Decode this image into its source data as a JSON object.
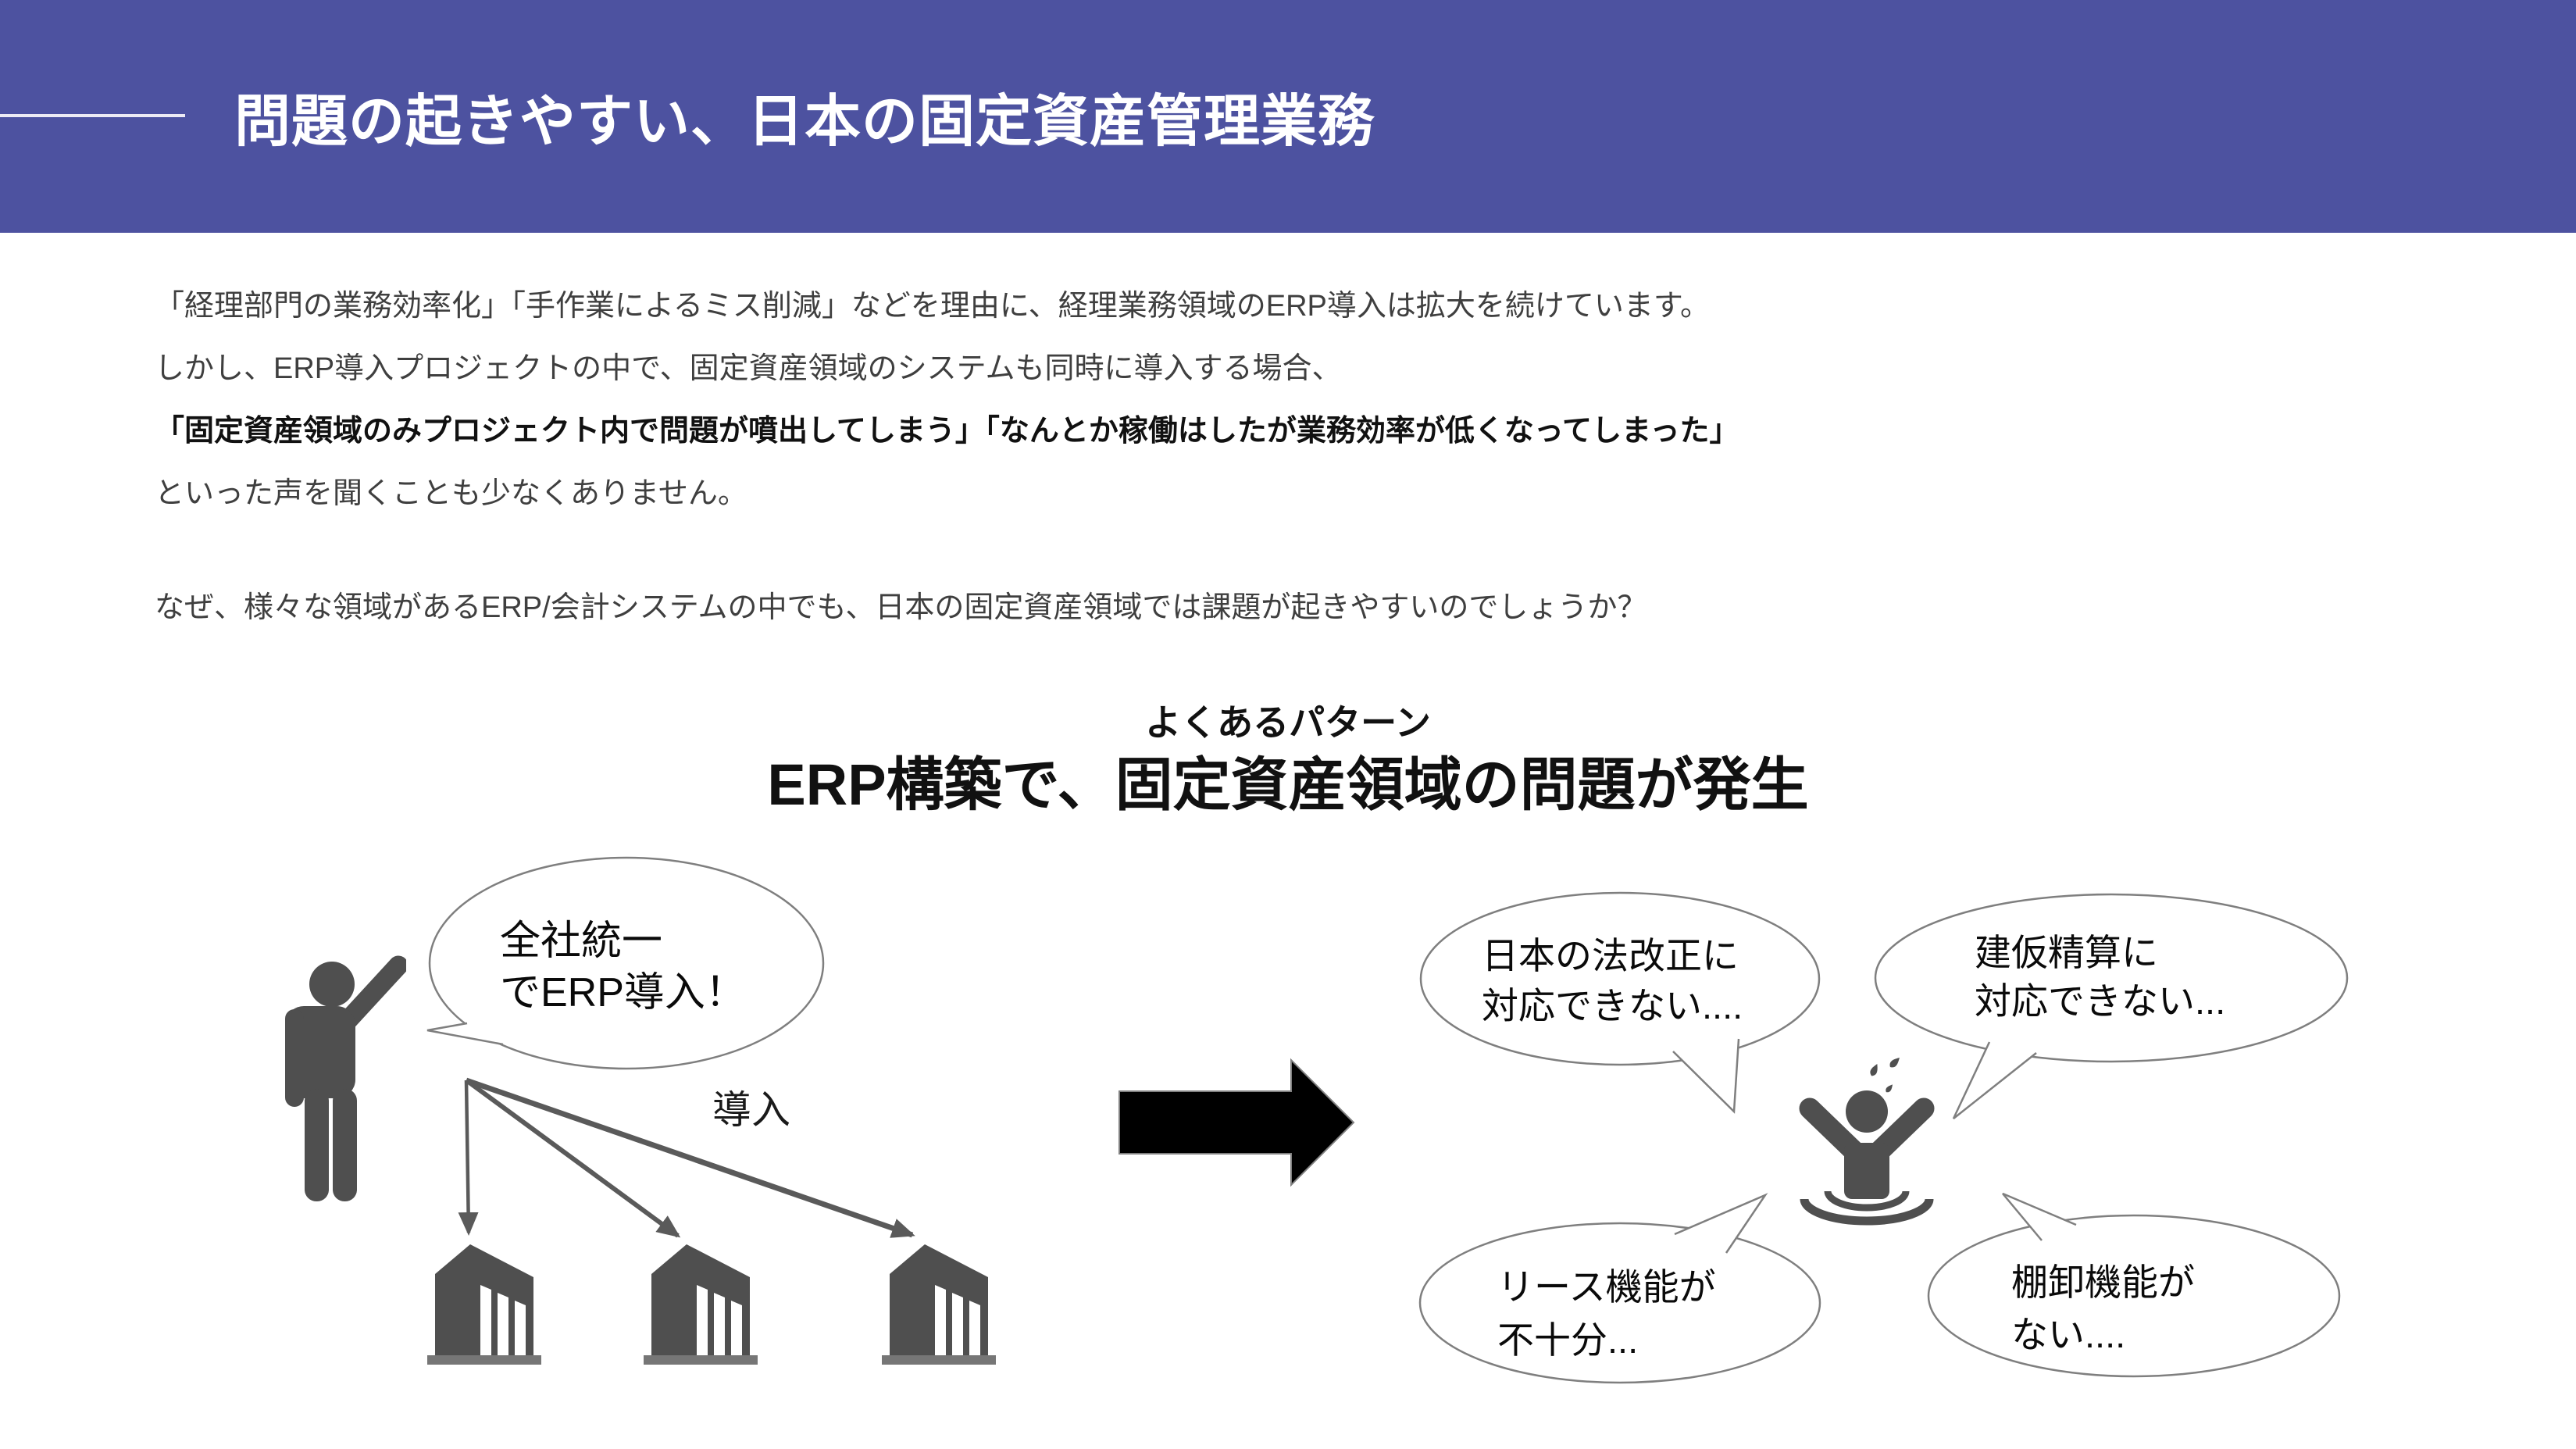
{
  "header": {
    "title": "問題の起きやすい、日本の固定資産管理業務"
  },
  "intro": {
    "line1": "「経理部門の業務効率化」「手作業によるミス削減」などを理由に、経理業務領域のERP導入は拡大を続けています。",
    "line2": "しかし、ERP導入プロジェクトの中で、固定資産領域のシステムも同時に導入する場合、",
    "line3_bold": "「固定資産領域のみプロジェクト内で問題が噴出してしまう」「なんとか稼働はしたが業務効率が低くなってしまった」",
    "line4": "といった声を聞くことも少なくありません。",
    "question": "なぜ、様々な領域があるERP/会計システムの中でも、日本の固定資産領域では課題が起きやすいのでしょうか？"
  },
  "pattern": {
    "label": "よくあるパターン",
    "title": "ERP構築で、固定資産領域の問題が発生"
  },
  "left_scene": {
    "bubble": {
      "line1": "全社統一",
      "line2": "でERP導入！"
    },
    "deploy_label": "導入"
  },
  "right_scene": {
    "bubble_top_left": {
      "line1": "日本の法改正に",
      "line2": "対応できない...."
    },
    "bubble_top_right": {
      "line1": "建仮精算に",
      "line2": "対応できない..."
    },
    "bubble_bottom_left": {
      "line1": "リース機能が",
      "line2": "不十分..."
    },
    "bubble_bottom_right": {
      "line1": "棚卸機能が",
      "line2": "ない...."
    }
  },
  "icons": {
    "person_presenting": "person-raising-hand-icon",
    "building": "office-building-icon",
    "deploy_arrows": "deploy-arrows-icon",
    "transition_arrow": "right-arrow-icon",
    "drowning_person": "drowning-person-icon",
    "speech_bubble": "speech-bubble-shape"
  },
  "colors": {
    "header_bg": "#4D52A0",
    "accent_line": "#EDEBF5",
    "figure_gray": "#4F4F4F",
    "building_base": "#767676",
    "bubble_stroke": "#7F7F7F",
    "arrow_gray": "#5A5A5A",
    "big_arrow_fill": "#000000",
    "text_dark": "#3F3F3F",
    "text_black": "#111111"
  }
}
